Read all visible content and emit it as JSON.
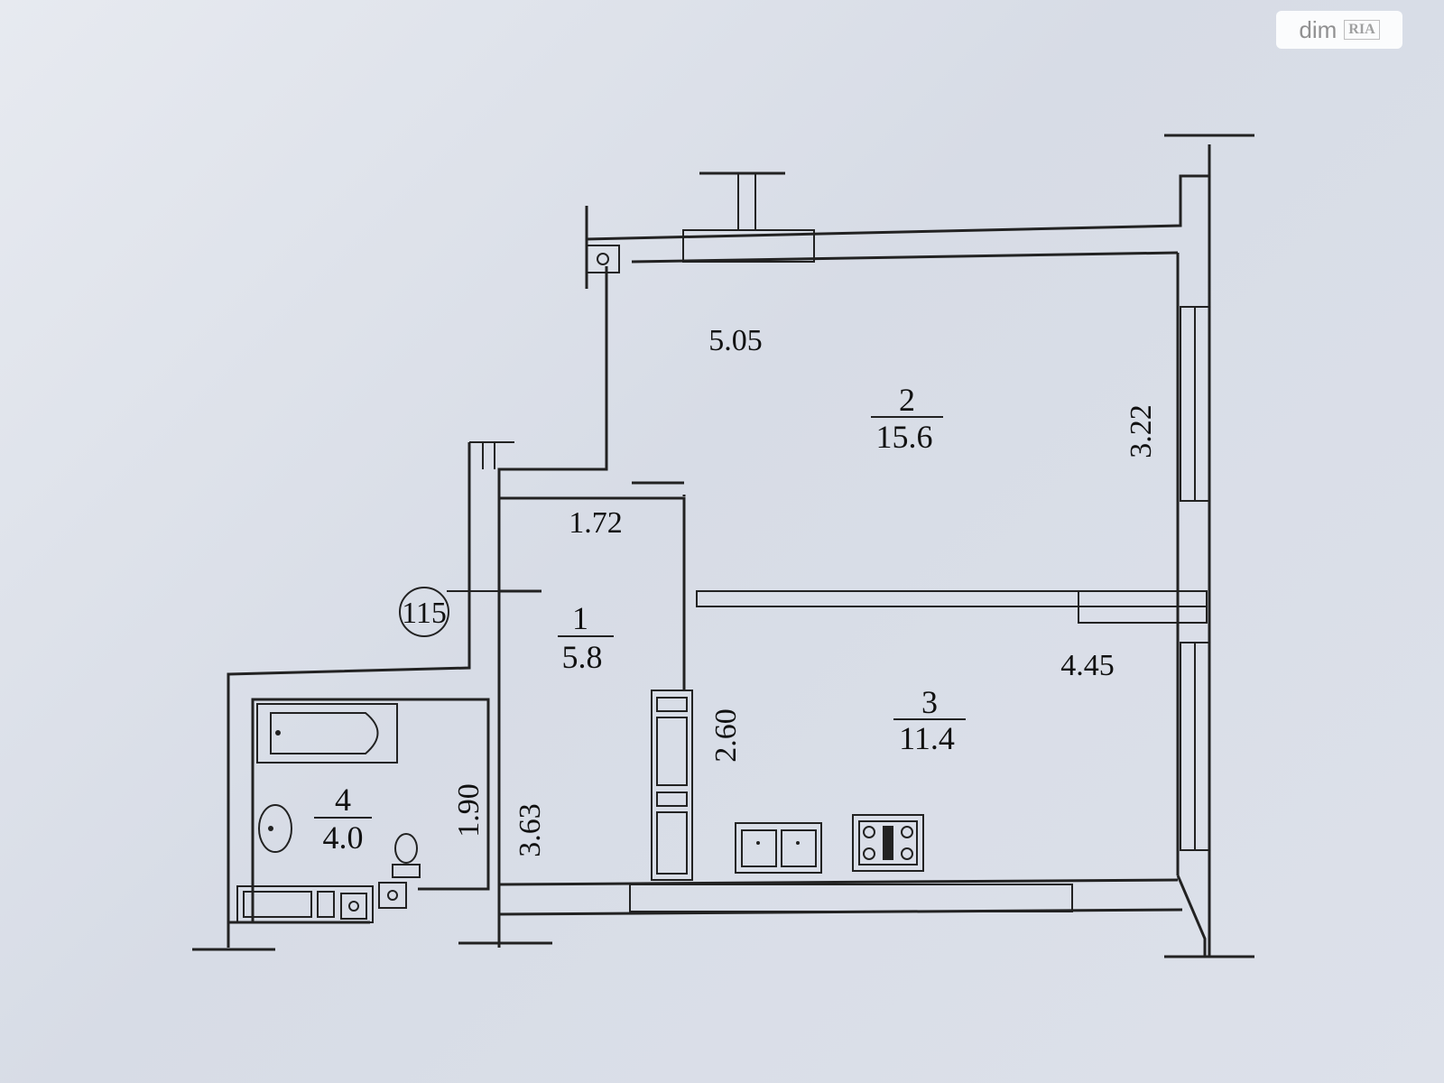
{
  "watermark": {
    "brand": "dim",
    "mark": "RIA"
  },
  "rooms": [
    {
      "number": "1",
      "area": "5.8"
    },
    {
      "number": "2",
      "area": "15.6"
    },
    {
      "number": "3",
      "area": "11.4"
    },
    {
      "number": "4",
      "area": "4.0"
    }
  ],
  "dimensions": {
    "room2_width": "5.05",
    "room2_depth": "3.22",
    "hall_width": "1.72",
    "kitchen_width": "4.45",
    "kitchen_depth": "2.60",
    "bath_depth": "1.90",
    "hall_depth": "3.63"
  },
  "apartment_number": "115"
}
